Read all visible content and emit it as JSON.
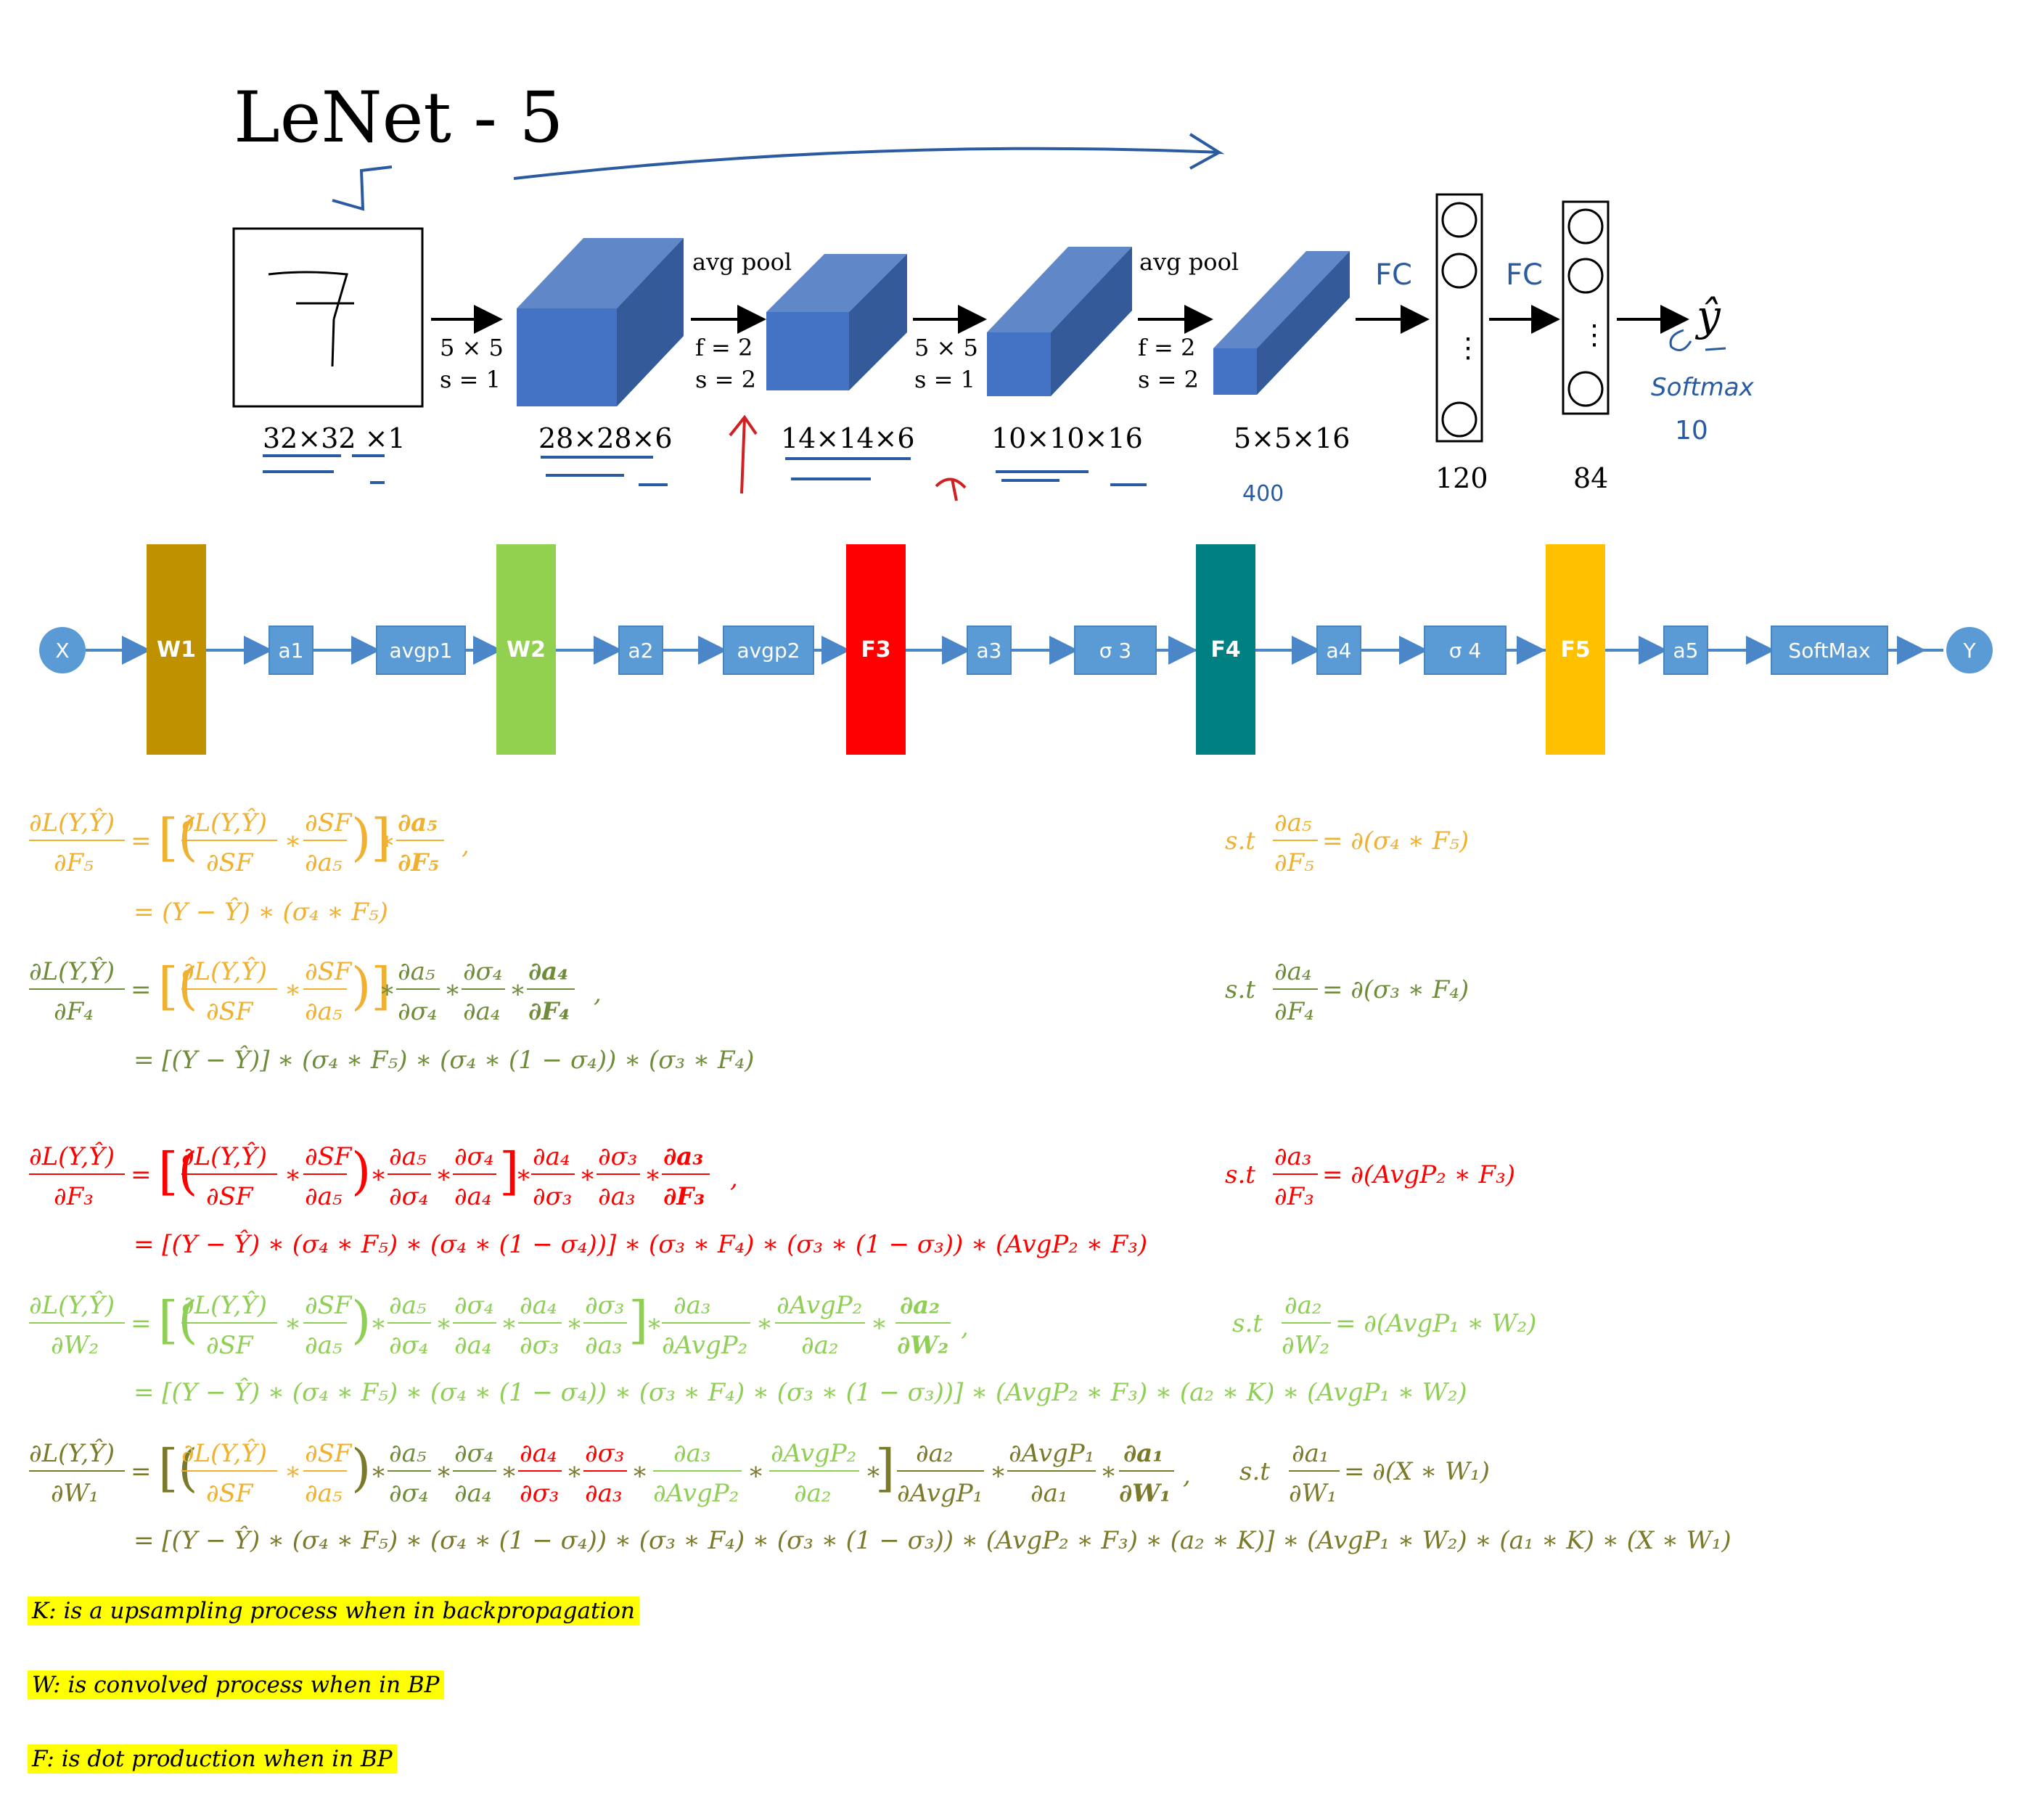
{
  "header": {
    "title": "LeNet - 5"
  },
  "architecture": {
    "input_digit": "7",
    "sizes": [
      "32×32 ×1",
      "28×28×6",
      "14×14×6",
      "10×10×16",
      "5×5×16"
    ],
    "conv1": {
      "f": "5 × 5",
      "s": "s = 1"
    },
    "pool1": {
      "name": "avg pool",
      "f": "f = 2",
      "s": "s = 2"
    },
    "conv2": {
      "f": "5 × 5",
      "s": "s = 1"
    },
    "pool2": {
      "name": "avg pool",
      "f": "f = 2",
      "s": "s = 2"
    },
    "fc1_units": "120",
    "fc2_units": "84",
    "ellipsis": "⋮",
    "output": "ŷ",
    "handwritten": {
      "fc1": "FC",
      "fc2": "FC",
      "softmax": "Softmax",
      "ten": "10",
      "four_hundred": "400"
    }
  },
  "pipeline": {
    "input": "X",
    "output": "Y",
    "layers": [
      "W1",
      "W2",
      "F3",
      "F4",
      "F5"
    ],
    "boxes": [
      "a1",
      "avgp1",
      "a2",
      "avgp2",
      "a3",
      "σ 3",
      "a4",
      "σ 4",
      "a5",
      "SoftMax"
    ],
    "colors": {
      "node": "#5b9bd5",
      "W1": "#bf9000",
      "W2": "#92d050",
      "F3": "#ff0000",
      "F4": "#008080",
      "F5": "#ffc000"
    }
  },
  "equations": {
    "colors": {
      "f5": "#f0b030",
      "f4": "#6f8c3a",
      "f3": "#ff0000",
      "w2": "#8fcf55",
      "w1": "#7a7a2a"
    },
    "st_label": "s.t",
    "f5_rhs": "= ∂(σ₄ ∗ F₅)",
    "f5_line2": "= (Y − Ŷ) ∗ (σ₄ ∗ F₅)",
    "f4_rhs": "= ∂(σ₃ ∗ F₄)",
    "f4_line2": "= [(Y − Ŷ)] ∗ (σ₄ ∗ F₅) ∗ (σ₄ ∗ (1 − σ₄)) ∗ (σ₃ ∗ F₄)",
    "f3_rhs": "= ∂(AvgP₂ ∗ F₃)",
    "f3_line2": "= [(Y − Ŷ) ∗ (σ₄ ∗ F₅) ∗ (σ₄ ∗ (1 − σ₄))] ∗ (σ₃ ∗ F₄) ∗ (σ₃ ∗ (1 − σ₃)) ∗ (AvgP₂ ∗ F₃)",
    "w2_rhs": "= ∂(AvgP₁ ∗ W₂)",
    "w2_line2": "= [(Y − Ŷ) ∗ (σ₄ ∗ F₅) ∗ (σ₄ ∗ (1 − σ₄)) ∗ (σ₃ ∗ F₄) ∗ (σ₃ ∗ (1 − σ₃))] ∗ (AvgP₂ ∗ F₃) ∗ (a₂ ∗ K) ∗ (AvgP₁ ∗ W₂)",
    "w1_rhs": "= ∂(X ∗ W₁)",
    "w1_line2": "= [(Y − Ŷ) ∗ (σ₄ ∗ F₅) ∗ (σ₄ ∗ (1 − σ₄)) ∗ (σ₃ ∗ F₄) ∗ (σ₃ ∗ (1 − σ₃)) ∗ (AvgP₂ ∗ F₃) ∗ (a₂ ∗ K)] ∗ (AvgP₁ ∗ W₂) ∗ (a₁ ∗ K) ∗ (X ∗ W₁)"
  },
  "notes": [
    "K: is a upsampling process when in backpropagation",
    "W:  is convolved process when in BP",
    "F: is dot production when in BP"
  ]
}
